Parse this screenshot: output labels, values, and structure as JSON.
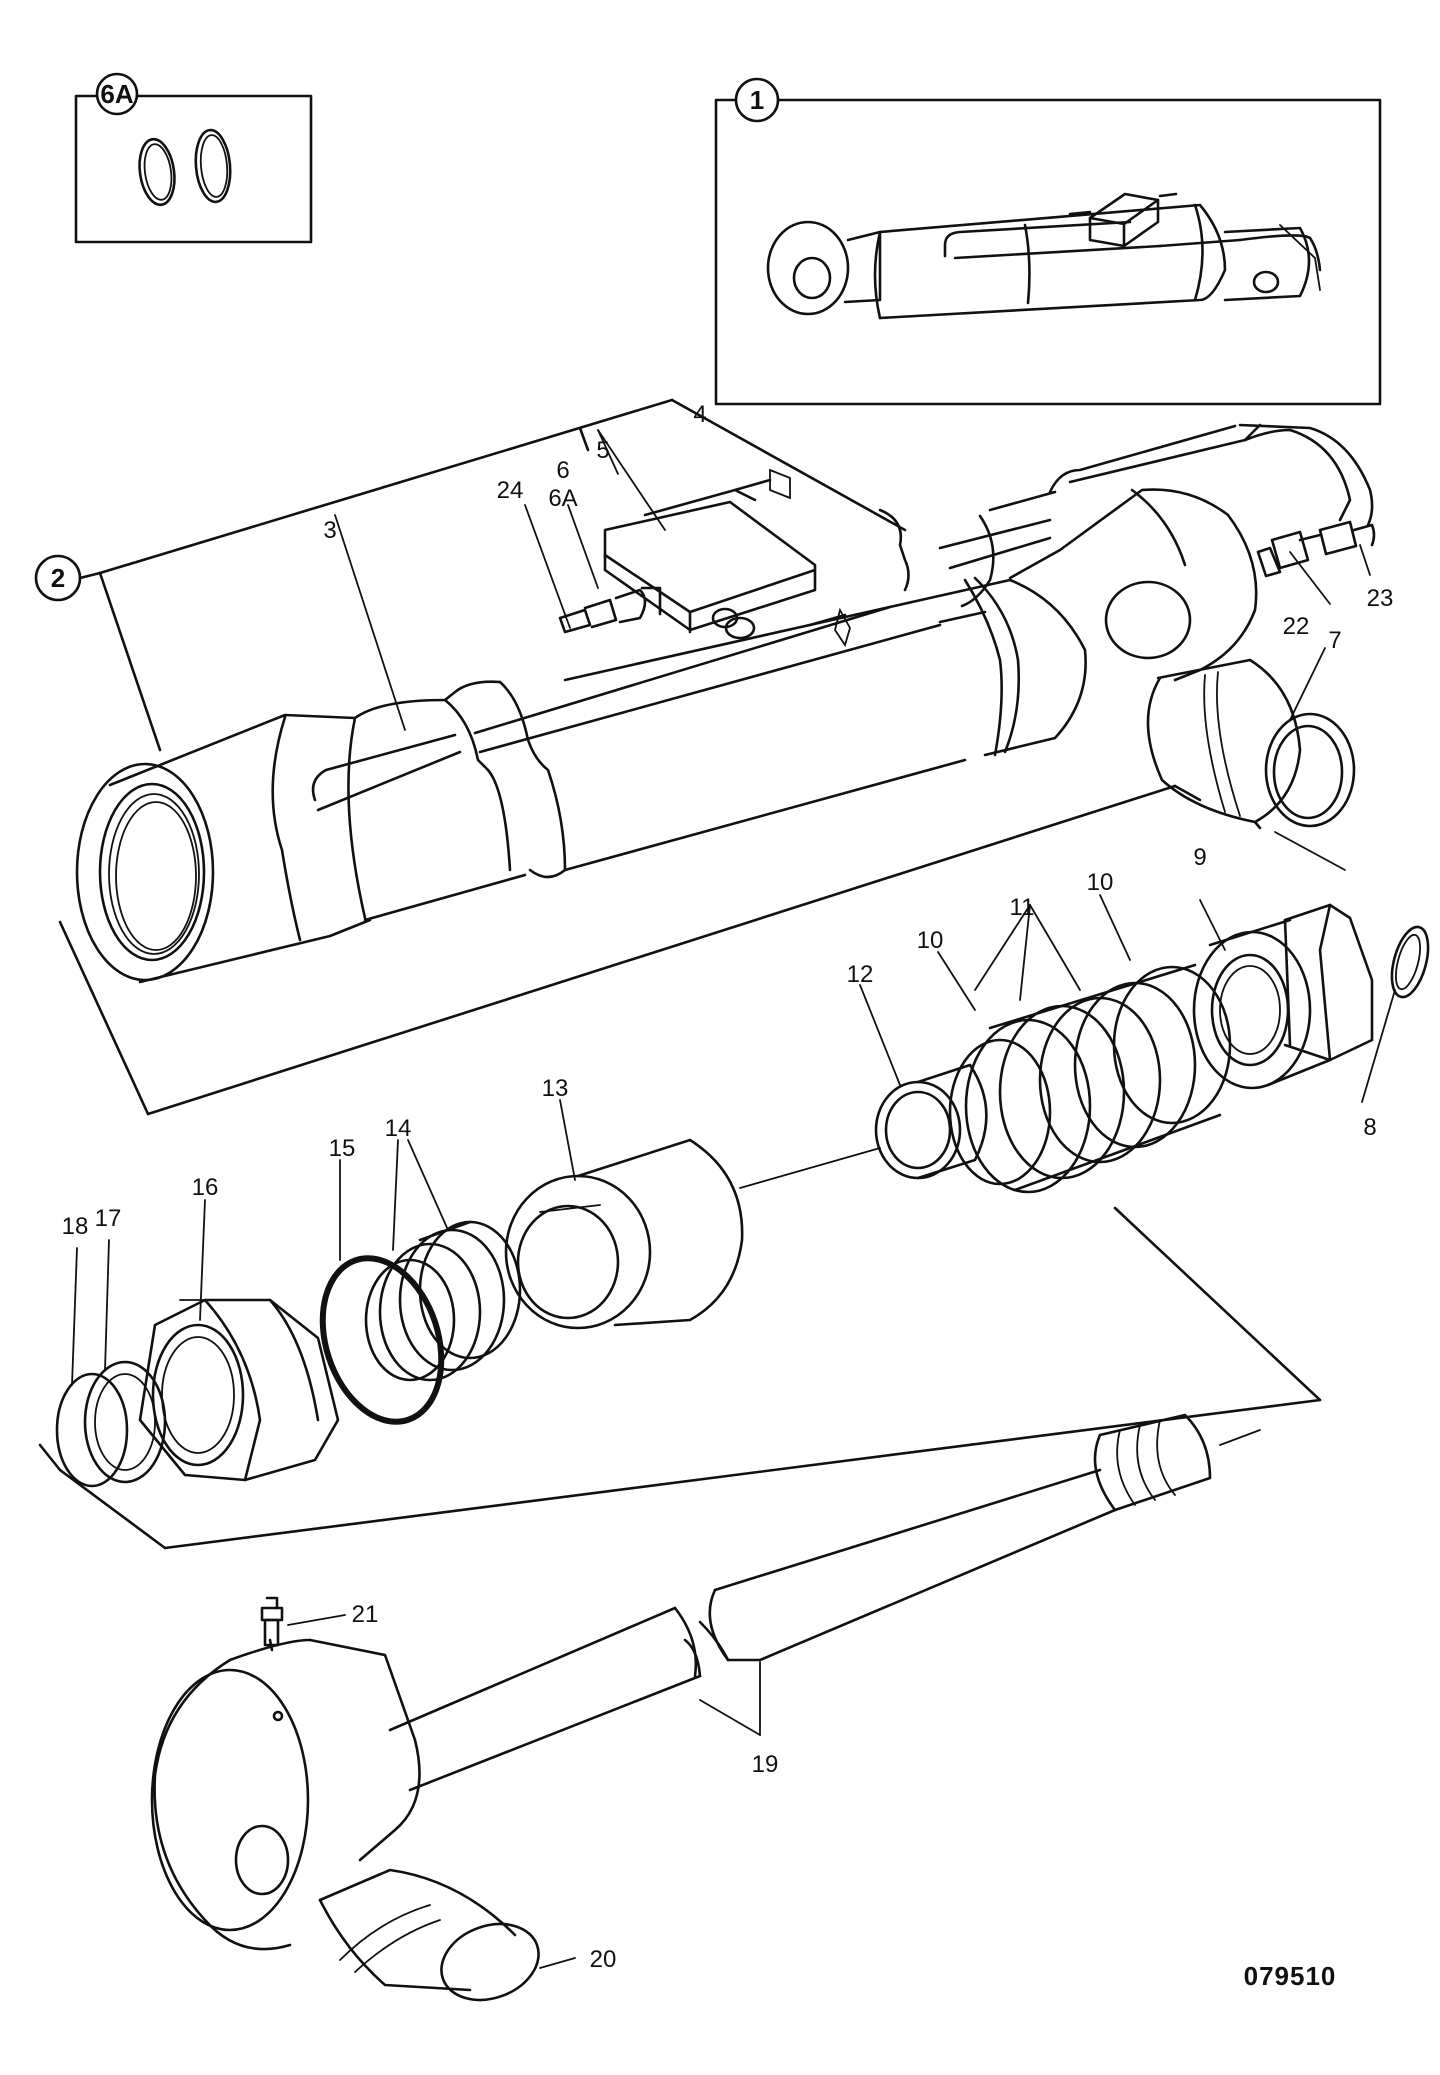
{
  "diagram": {
    "reference_number": "079510",
    "callouts": {
      "c1": "1",
      "c2": "2",
      "c6A": "6A"
    },
    "labels": {
      "l3": "3",
      "l4": "4",
      "l5": "5",
      "l6": "6",
      "l6A": "6A",
      "l7": "7",
      "l8": "8",
      "l9": "9",
      "l10a": "10",
      "l10b": "10",
      "l11": "11",
      "l12": "12",
      "l13": "13",
      "l14": "14",
      "l15": "15",
      "l16": "16",
      "l17": "17",
      "l18": "18",
      "l19": "19",
      "l20": "20",
      "l21": "21",
      "l22": "22",
      "l23": "23",
      "l24": "24"
    }
  }
}
